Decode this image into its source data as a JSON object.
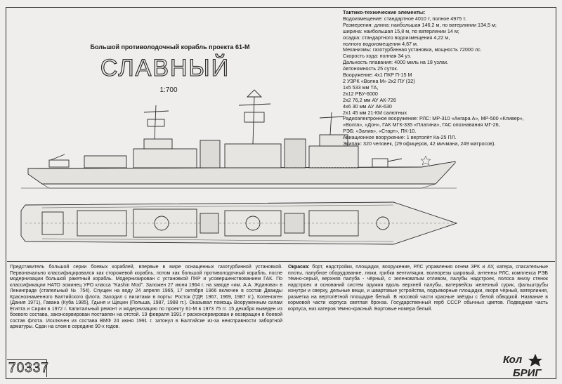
{
  "header": {
    "subtitle": "Большой противолодочный корабль проекта 61-М",
    "ship_name": "СЛАВНЫЙ",
    "scale": "1:700"
  },
  "specs": {
    "heading": "Тактико-технические элементы:",
    "lines": [
      "Водоизмещение: стандартное 4010 т, полное 4975 т.",
      "Размерения: длина: наибольшая 146,2 м, по ватерлинии 134,5 м;",
      "ширина: наибольшая 15,8 м, по ватерлинии 14 м;",
      "осадка: стандартного водоизмещения 4,22 м,",
      "полного водоизмещения 4,67 м.",
      "Механизмы: газотурбинная установка, мощность 72000 лс.",
      "Скорость хода: полная 34 уз.",
      "Дальность плавания: 4000 миль на 18 узлах.",
      "Автономность 25 суток.",
      "Вооружение: 4х1 ПКР П-15 М",
      "2 УЗРК «Волна М» 2х2 ПУ (32)",
      "1х5 533 мм ТА,",
      "2х12 РБУ-6000",
      "2х2 76,2 мм АУ АК-726",
      "4х6 30 мм АУ АК-630",
      "2х1 45 мм 21-КМ салютных",
      "Радиоэлектронное вооружение: РЛС: МР-310 «Ангара А», МР-500 «Кливер»,",
      "«Волга», «Дон», ГАК МГК-335 «Платина», ГАС опознавания МГ-26,",
      "РЭБ: «Залив», «Старт», ПК-10.",
      "Авиационное вооружение: 1 вертолёт Ка-25 ПЛ.",
      "Экипаж: 320 человек, (29 офицеров, 42 мичмана, 249 матросов)."
    ]
  },
  "description": "Представитель большой серии боевых кораблей, впервые в мире оснащенных газотурбинной установкой. Первоначально классифицировался как сторожевой корабль, потом как большой противолодочный корабль, после модернизации большой ракетный корабль. Модернизирован с установкой ПКР и усовершенствованием ГАК. По классификации НАТО эсминец УРО класса \"Kashin Mod\". Заложен 27 июня 1964 г. на заводе «им. А.А. Жданова» в Ленинграде (стапельный № 754). Спущен на воду 24 апреля 1965, 17 октября 1966 включен в состав Дважды Краснознаменного Балтийского флота. Заходил с визитами в порты: Росток (ГДР, 1967, 1969, 1987 гг.), Копенгаген (Дания 1971), Гавана (Куба 1985), Гдыня и Щецин (Польша, 1987, 1988 гг.). Оказывал помощь Вооруженным силам Египта и Сирии в 1972 г. Капитальный ремонт и модернизацию по проекту 61-М в 1973 75 гг. 15 декабря выведен из боевого состава, законсервирован поставлен на отстой. 19 февраля 1991 г расконсервирован и возвращен в боевой состав флота. Исключен из состава ВМФ 24 июня 1991 г. затонул в Балтийске из-за неисправности забортной арматуры. Сдан на слом в середине 90-х годов.",
  "paint": {
    "label": "Окраска:",
    "text": " борт, надстройки, площадки, вооружение, РЛС управления огнем ЗРК и АУ, катера, спасательные плоты, палубное оборудование, люки, грибки вентиляции, волнорезы шаровый, антенны РЛС, комплекса РЭБ тёмно-серый, верхняя палуба - чёрный, с зеленоватым отливом, палубы надстроек, полоса внизу стенок надстроек и оснований систем оружия вдоль верхней палубы, ватервейсы железный сурик, фальштрубы изнутри и сверху, дельные вещи, и швартовые устройства, подъякорные площадки, якоря чёрный, ватерлиния, разметка на вертолётной площадке белый. В носовой части красные звёзды с белой обводкой. Название в кормовой части корпуса светлая бронза. Государственный герб СССР обычных цветов. Подводная часть корпуса, низ катеров тёмно-красный. Бортовые номера белый."
  },
  "footer": {
    "code": "70337",
    "logo_line1": "Кол",
    "logo_line2": "БРИГ"
  },
  "colors": {
    "paper": "#efeeec",
    "ink": "#1a1a1a"
  }
}
